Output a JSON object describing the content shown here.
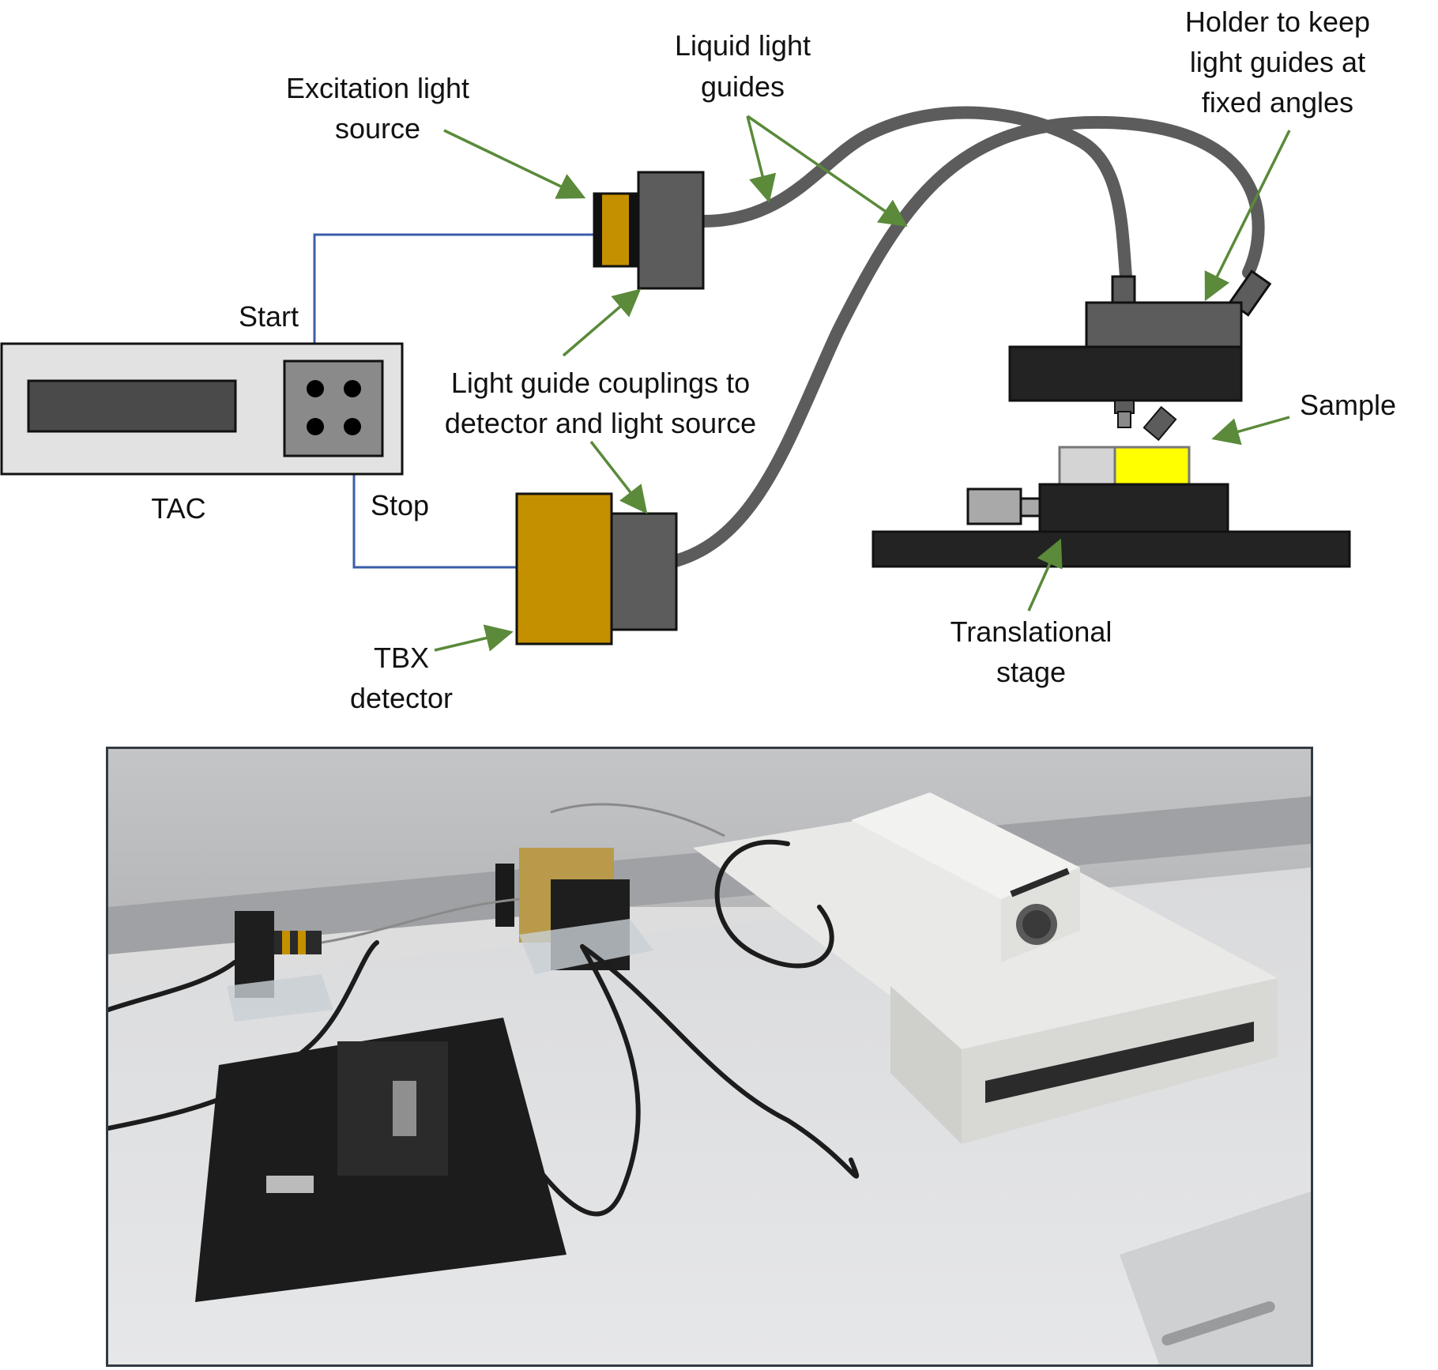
{
  "colors": {
    "arrow_green": "#5a8a3a",
    "signal_blue": "#3a5ea8",
    "gold": "#c49000",
    "dark_gray": "#5c5c5c",
    "near_black": "#232323",
    "sample_yellow": "#ffff00",
    "sample_light": "#d4d4d4",
    "tac_body": "#e2e2e2"
  },
  "diagram": {
    "labels": {
      "excitation_line1": "Excitation light",
      "excitation_line2": "source",
      "liquid_line1": "Liquid light",
      "liquid_line2": "guides",
      "holder_line1": "Holder to keep",
      "holder_line2": "light guides at",
      "holder_line3": "fixed angles",
      "start": "Start",
      "stop": "Stop",
      "tac": "TAC",
      "couplings_line1": "Light guide couplings to",
      "couplings_line2": "detector and light source",
      "sample": "Sample",
      "tbx_line1": "TBX",
      "tbx_line2": "detector",
      "stage_line1": "Translational",
      "stage_line2": "stage"
    }
  },
  "photo": {
    "description_icon": "lab-setup-photo"
  }
}
